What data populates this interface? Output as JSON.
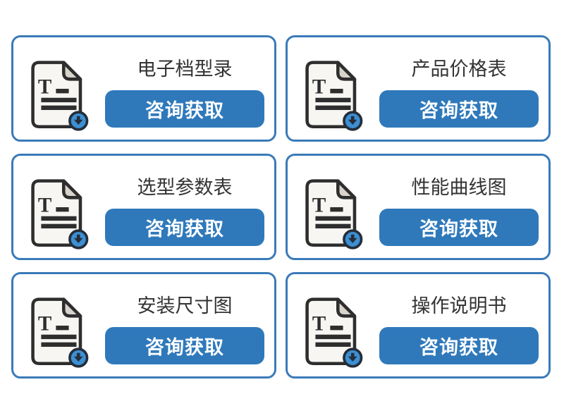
{
  "page": {
    "background": "#ffffff"
  },
  "colors": {
    "card_border": "#3a7ab9",
    "button_bg": "#2f79bb",
    "button_text": "#ffffff",
    "title_text": "#333333",
    "icon_outline": "#2e2e2e",
    "icon_page_fill": "#f7f6f3",
    "icon_fold_fill": "#d8d3cc",
    "icon_badge_fill": "#3d8fd3",
    "icon_badge_ring": "#242e3a"
  },
  "cards": [
    {
      "title": "电子档型录",
      "button_label": "咨询获取",
      "icon": "document-download-icon"
    },
    {
      "title": "产品价格表",
      "button_label": "咨询获取",
      "icon": "document-download-icon"
    },
    {
      "title": "选型参数表",
      "button_label": "咨询获取",
      "icon": "document-download-icon"
    },
    {
      "title": "性能曲线图",
      "button_label": "咨询获取",
      "icon": "document-download-icon"
    },
    {
      "title": "安装尺寸图",
      "button_label": "咨询获取",
      "icon": "document-download-icon"
    },
    {
      "title": "操作说明书",
      "button_label": "咨询获取",
      "icon": "document-download-icon"
    }
  ]
}
